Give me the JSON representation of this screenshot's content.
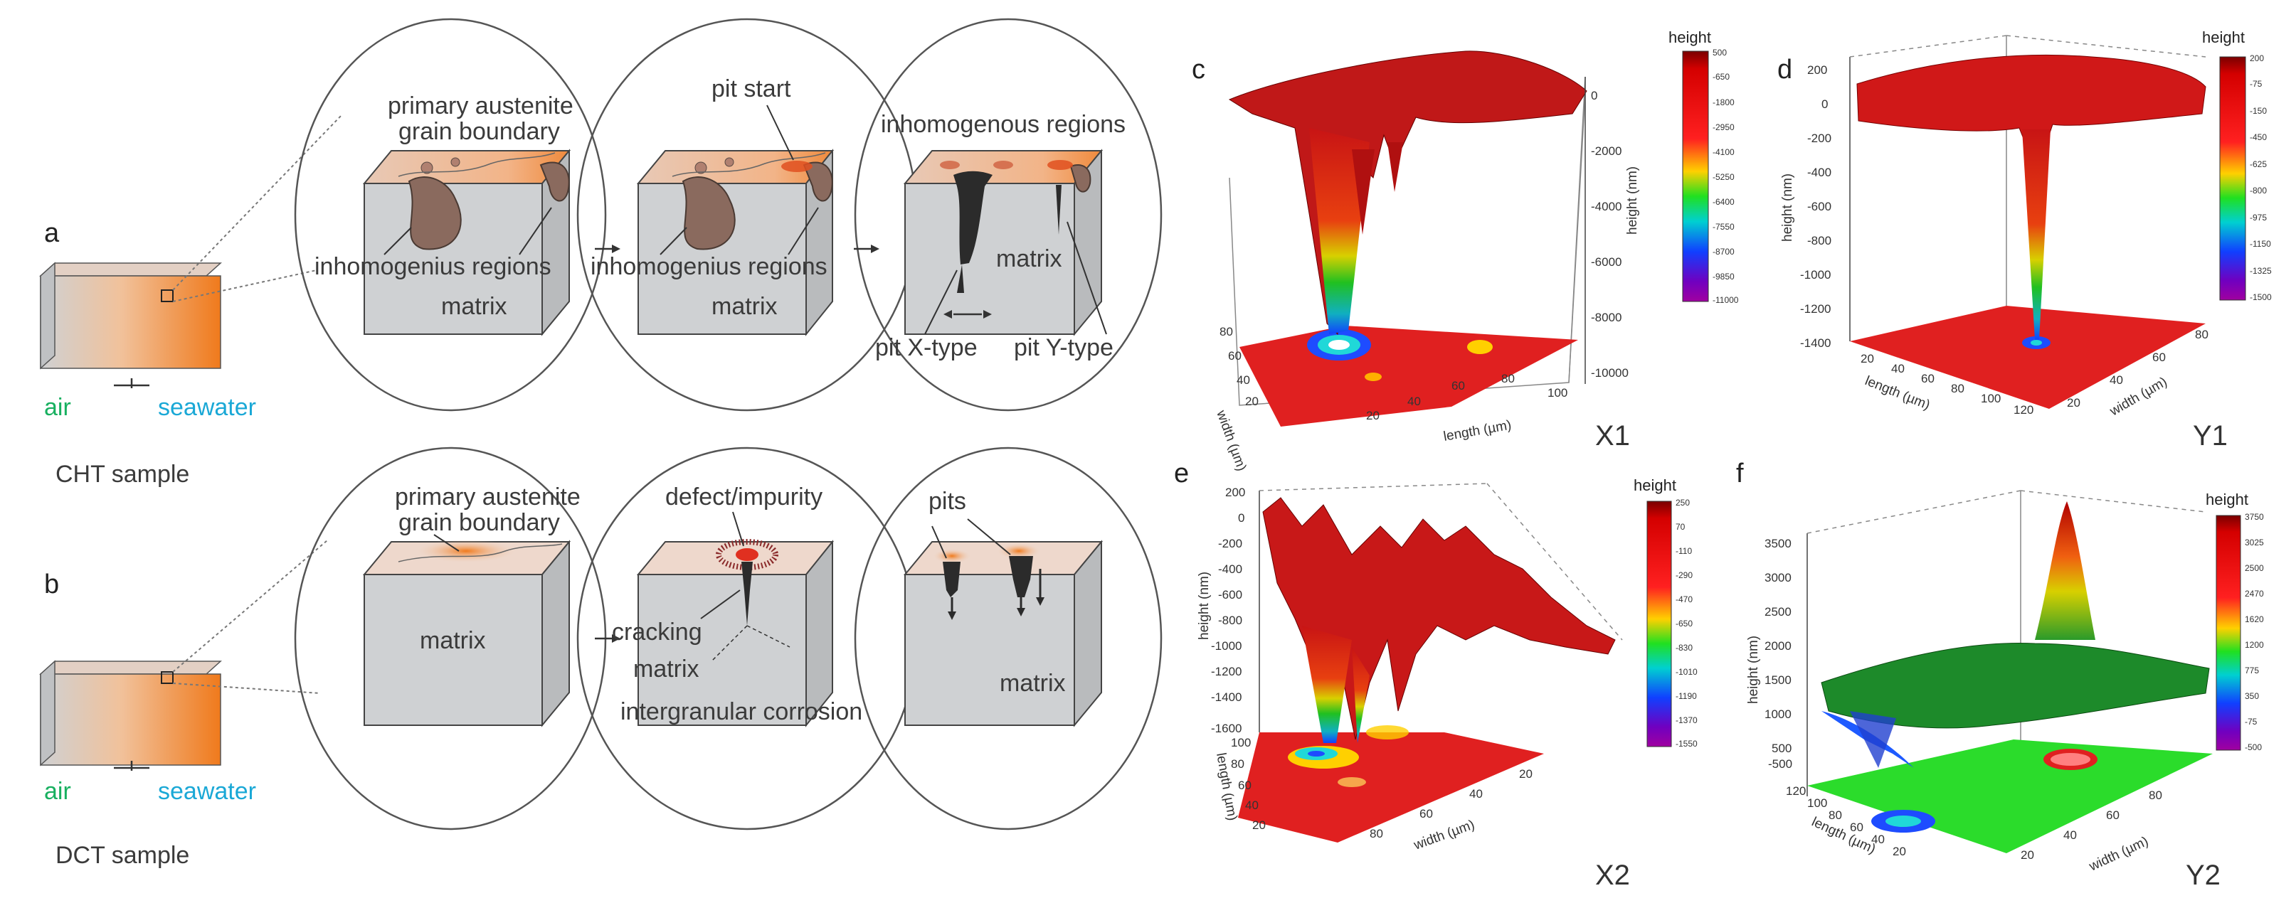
{
  "colors": {
    "air": "#18b060",
    "seawater": "#1aa8d6",
    "box": "#cfd1d3",
    "rust": "#e9731f",
    "pit": "#2b2b2b",
    "red": "#d41f1f",
    "green": "#2bdc2b"
  },
  "left": {
    "a": {
      "panel": "a",
      "air": "air",
      "seawater": "seawater",
      "caption": "CHT sample"
    },
    "b": {
      "panel": "b",
      "air": "air",
      "seawater": "seawater",
      "caption": "DCT sample"
    }
  },
  "top_row": {
    "c1": {
      "title": "primary austenite",
      "title2": "grain boundary",
      "pointer": "inhomogenius regions",
      "matrix": "matrix"
    },
    "c2": {
      "title": "pit start",
      "pointer": "inhomogenius regions",
      "matrix": "matrix"
    },
    "c3": {
      "title": "inhomogenous regions",
      "matrix": "matrix",
      "pitx": "pit X-type",
      "pity": "pit Y-type"
    }
  },
  "bottom_row": {
    "c1": {
      "title": "primary austenite",
      "title2": "grain boundary",
      "matrix": "matrix"
    },
    "c2": {
      "title": "defect/impurity",
      "cracking": "cracking",
      "matrix": "matrix"
    },
    "c3": {
      "title": "pits",
      "matrix": "matrix"
    },
    "intergranular": "intergranular corrosion"
  },
  "plots": {
    "c": {
      "panel": "c",
      "tag": "X1",
      "legend": "height",
      "zlabel": "height (nm)",
      "xlabel": "length (µm)",
      "ylabel": "width (µm)",
      "zticks": [
        "0",
        "-2000",
        "-4000",
        "-6000",
        "-8000",
        "-10000"
      ],
      "xticks": [
        "20",
        "40",
        "60",
        "80",
        "100"
      ],
      "yticks": [
        "20",
        "40",
        "60",
        "80"
      ],
      "cb": [
        "500",
        "-650",
        "-1800",
        "-2950",
        "-4100",
        "-5250",
        "-6400",
        "-7550",
        "-8700",
        "-9850",
        "-11000"
      ]
    },
    "d": {
      "panel": "d",
      "tag": "Y1",
      "legend": "height",
      "zlabel": "height (nm)",
      "xlabel": "length (µm)",
      "ylabel": "width (µm)",
      "zticks": [
        "200",
        "0",
        "-200",
        "-400",
        "-600",
        "-800",
        "-1000",
        "-1200",
        "-1400"
      ],
      "xticks": [
        "20",
        "40",
        "60",
        "80",
        "100",
        "120"
      ],
      "yticks": [
        "20",
        "40",
        "60",
        "80"
      ],
      "cb": [
        "200",
        "-75",
        "-150",
        "-450",
        "-625",
        "-800",
        "-975",
        "-1150",
        "-1325",
        "-1500"
      ]
    },
    "e": {
      "panel": "e",
      "tag": "X2",
      "legend": "height",
      "zlabel": "height (nm)",
      "xlabel": "width (µm)",
      "ylabel": "length (µm)",
      "zticks": [
        "200",
        "0",
        "-200",
        "-400",
        "-600",
        "-800",
        "-1000",
        "-1200",
        "-1400",
        "-1600"
      ],
      "xticks": [
        "80",
        "60",
        "40",
        "20"
      ],
      "yticks": [
        "100",
        "80",
        "60",
        "40",
        "20"
      ],
      "cb": [
        "250",
        "70",
        "-110",
        "-290",
        "-470",
        "-650",
        "-830",
        "-1010",
        "-1190",
        "-1370",
        "-1550"
      ]
    },
    "f": {
      "panel": "f",
      "tag": "Y2",
      "legend": "height",
      "zlabel": "height (nm)",
      "xlabel": "width (µm)",
      "ylabel": "length (µm)",
      "zticks": [
        "3500",
        "3000",
        "2500",
        "2000",
        "1500",
        "1000",
        "500",
        "-500"
      ],
      "xticks": [
        "20",
        "40",
        "60",
        "80"
      ],
      "yticks": [
        "120",
        "100",
        "80",
        "60",
        "40",
        "20"
      ],
      "cb": [
        "3750",
        "3025",
        "2500",
        "2470",
        "1620",
        "1200",
        "775",
        "350",
        "-75",
        "-500"
      ]
    }
  }
}
